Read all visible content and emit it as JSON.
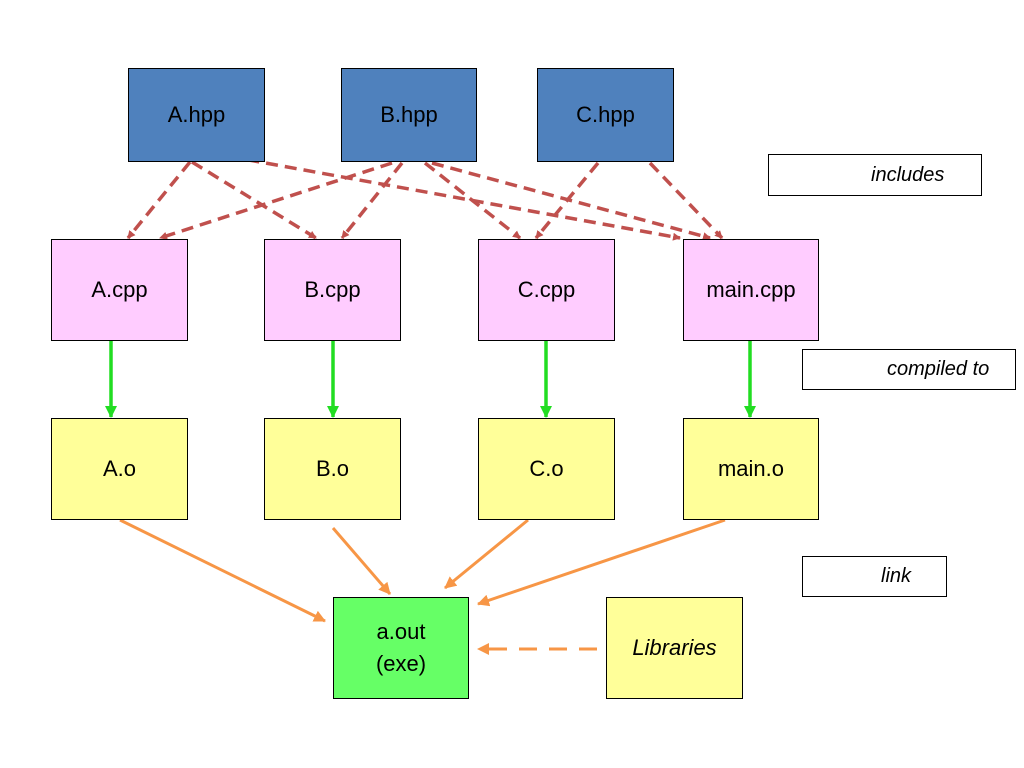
{
  "diagram": {
    "headers": [
      "A.hpp",
      "B.hpp",
      "C.hpp"
    ],
    "sources": [
      "A.cpp",
      "B.cpp",
      "C.cpp",
      "main.cpp"
    ],
    "objects": [
      "A.o",
      "B.o",
      "C.o",
      "main.o"
    ],
    "executable": {
      "line1": "a.out",
      "line2": "(exe)"
    },
    "libraries": "Libraries"
  },
  "legend": {
    "includes": "includes",
    "compiled_to": "compiled to",
    "link": "link"
  },
  "colors": {
    "header_fill": "#4f81bd",
    "source_fill": "#ffccff",
    "object_fill": "#ffff99",
    "exe_fill": "#66ff66",
    "includes_arrow": "#c0504d",
    "compile_arrow": "#22dd22",
    "link_arrow": "#f79646"
  }
}
